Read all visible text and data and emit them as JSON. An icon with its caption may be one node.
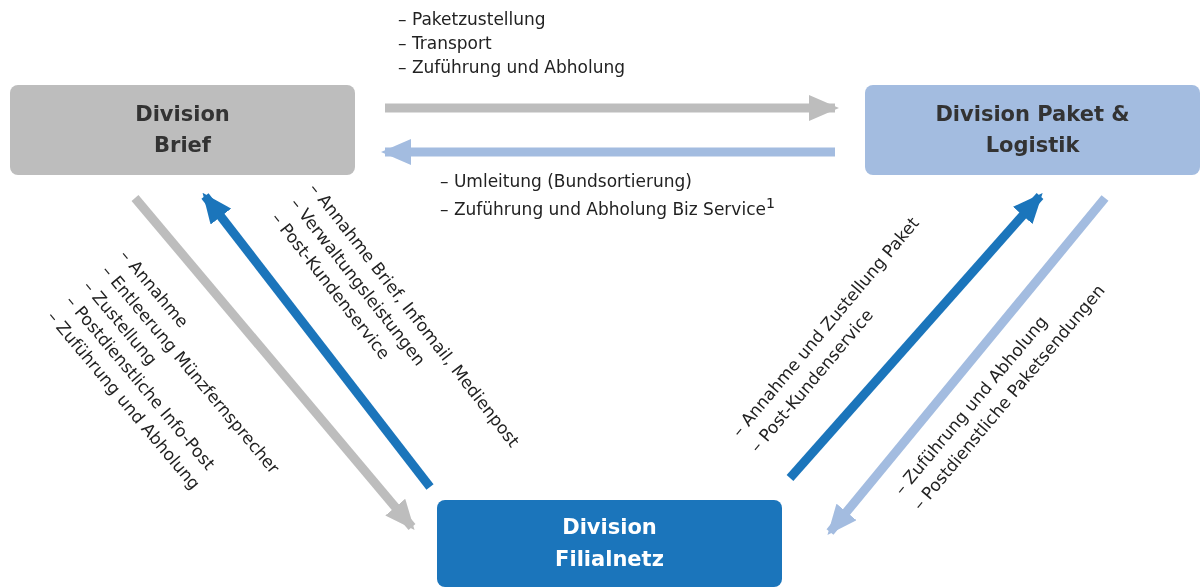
{
  "diagram": {
    "nodes": [
      {
        "text": [
          "Division Brief"
        ]
      },
      {
        "text": [
          "Division Paket & Logistik"
        ]
      },
      {
        "text": [
          "Division Filialnetz"
        ]
      }
    ],
    "edges": [
      {
        "from": 0,
        "to": 1,
        "arrow": "to",
        "color": "#bdbdbd",
        "label": [
          "– Paketzustellung",
          "– Transport",
          "– Zuführung und Abholung"
        ]
      },
      {
        "from": 1,
        "to": 0,
        "arrow": "to",
        "color": "#a3bce0",
        "label": [
          "– Umleitung (Bundsortierung)",
          "– Zuführung und Abholung Biz Service$^{1}$"
        ]
      },
      {
        "from": 0,
        "to": 2,
        "arrow": "to",
        "color": "#bdbdbd",
        "label": [
          "– Annahme",
          "– Entleerung Münzfernsprecher",
          "– Zustellung",
          "– Postdienstliche Info-Post",
          "– Zuführung und Abholung"
        ]
      },
      {
        "from": 2,
        "to": 0,
        "arrow": "to",
        "color": "#1b75bb",
        "label": [
          "– Annahme Brief, Infomail, Medienpost",
          "– Verwaltungsleistungen",
          "– Post-Kundenservice"
        ]
      },
      {
        "from": 2,
        "to": 1,
        "arrow": "to",
        "color": "#1b75bb",
        "label": [
          "– Annahme und Zustellung Paket",
          "– Post-Kundenservice"
        ]
      },
      {
        "from": 1,
        "to": 2,
        "arrow": "to",
        "color": "#a3bce0",
        "label": [
          "– Zuführung und Abholung",
          "– Postdienstliche Paketsendungen"
        ]
      }
    ]
  }
}
